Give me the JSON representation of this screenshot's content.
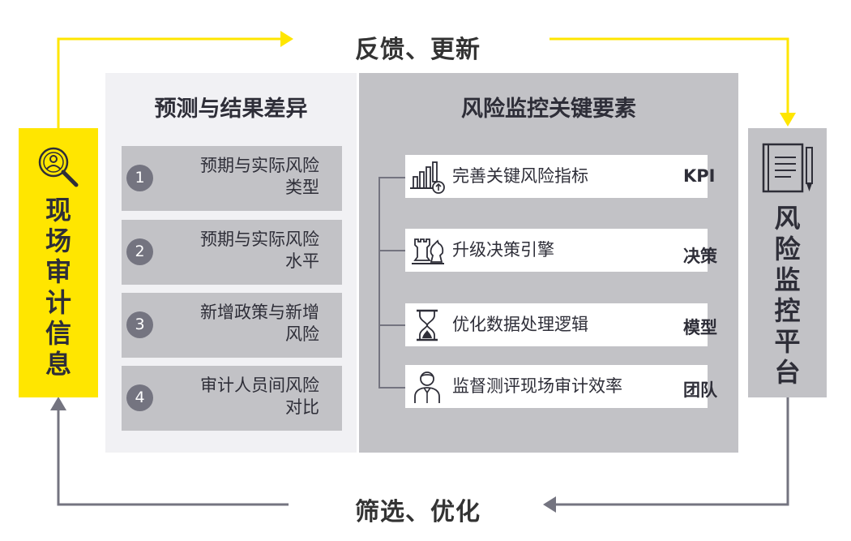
{
  "flow": {
    "top_label": "反馈、更新",
    "bottom_label": "筛选、优化"
  },
  "left_panel": {
    "label": "现场审计信息",
    "icon": "audit-search-icon"
  },
  "right_panel": {
    "label": "风险监控平台",
    "icon": "notebook-pen-icon"
  },
  "differences": {
    "title": "预测与结果差异",
    "items": [
      {
        "number": "1",
        "line1": "预期与实际风险",
        "line2": "类型"
      },
      {
        "number": "2",
        "line1": "预期与实际风险",
        "line2": "水平"
      },
      {
        "number": "3",
        "line1": "新增政策与新增",
        "line2": "风险"
      },
      {
        "number": "4",
        "line1": "审计人员间风险",
        "line2": "对比"
      }
    ]
  },
  "factors": {
    "title": "风险监控关键要素",
    "items": [
      {
        "label": "完善关键风险指标",
        "tag": "KPI",
        "icon": "bar-chart-icon"
      },
      {
        "label": "升级决策引擎",
        "tag": "决策",
        "icon": "chess-pieces-icon"
      },
      {
        "label": "优化数据处理逻辑",
        "tag": "模型",
        "icon": "hourglass-icon"
      },
      {
        "label": "监督测评现场审计效率",
        "tag": "团队",
        "icon": "auditor-person-icon"
      }
    ]
  },
  "colors": {
    "yellow": "#ffe600",
    "grey_panel": "#c2c2c6",
    "light_panel": "#f1f1f4",
    "dark_text": "#2e2e38",
    "number_badge": "#747480",
    "grey_arrow": "#747480"
  }
}
